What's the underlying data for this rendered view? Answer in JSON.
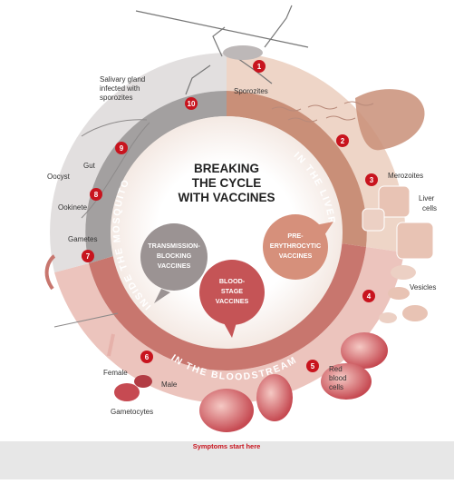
{
  "title": {
    "line1": "BREAKING",
    "line2": "THE CYCLE",
    "line3": "WITH VACCINES"
  },
  "stages": {
    "liver": "IN THE LIVER",
    "bloodstream": "IN THE BLOODSTREAM",
    "mosquito": "INSIDE THE MOSQUITO"
  },
  "vaccines": {
    "transmission": [
      "TRANSMISSION-",
      "BLOCKING",
      "VACCINES"
    ],
    "pre_erythrocytic": [
      "PRE-",
      "ERYTHROCYTIC",
      "VACCINES"
    ],
    "blood_stage": [
      "BLOOD-",
      "STAGE",
      "VACCINES"
    ]
  },
  "steps": [
    "1",
    "2",
    "3",
    "4",
    "5",
    "6",
    "7",
    "8",
    "9",
    "10"
  ],
  "labels": {
    "sporozites": "Sporozites",
    "salivary": [
      "Salivary gland",
      "infected with",
      "sporozites"
    ],
    "merozoites": "Merozoites",
    "liver_cells": [
      "Liver",
      "cells"
    ],
    "vesicles": "Vesicles",
    "rbc": [
      "Red",
      "blood",
      "cells"
    ],
    "female": "Female",
    "male": "Male",
    "gametocytes": "Gametocytes",
    "gut": "Gut",
    "oocyst": "Oocyst",
    "ookinete": "Ookinete",
    "gametes": "Gametes",
    "symptoms": "Symptoms start here"
  },
  "colors": {
    "liver": "#c98f78",
    "blood": "#c8766e",
    "mosquito": "#a3a0a0",
    "step_red": "#c8141e",
    "transmission_bubble": "#9b9393",
    "pre_bubble": "#d6907b",
    "blood_bubble": "#c55456"
  }
}
